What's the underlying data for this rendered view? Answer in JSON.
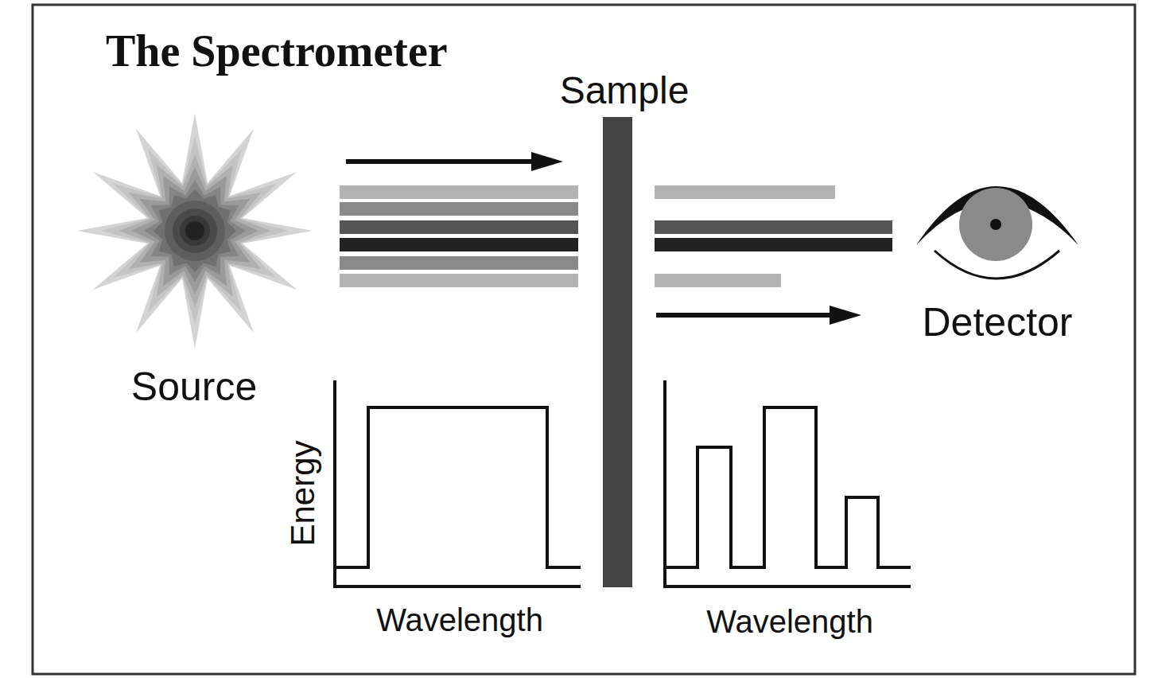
{
  "diagram": {
    "title": "The Spectrometer",
    "labels": [
      "Sample",
      "Source",
      "Detector",
      "Energy",
      "Wavelength",
      "Wavelength"
    ]
  }
}
